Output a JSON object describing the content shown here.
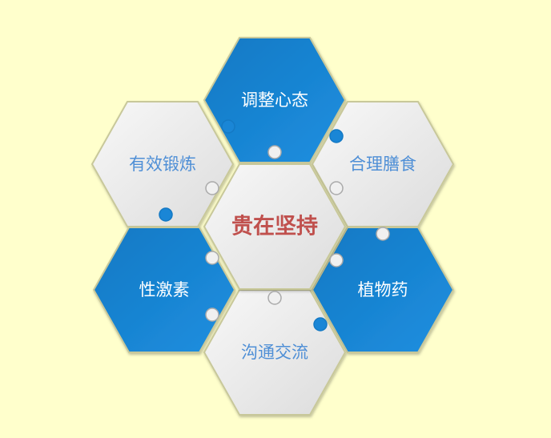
{
  "colors": {
    "blue": "#1a86d6",
    "gray": "#ececec",
    "blue_text": "#ffffff",
    "gray_text": "#4f8fd6",
    "center_text": "#c0504d",
    "border": "#c8c89a"
  },
  "center": {
    "label": "贵在坚持"
  },
  "hexagons": [
    {
      "id": "top",
      "label": "调整心态",
      "style": "blue"
    },
    {
      "id": "upper-left",
      "label": "有效锻炼",
      "style": "gray"
    },
    {
      "id": "upper-right",
      "label": "合理膳食",
      "style": "gray"
    },
    {
      "id": "lower-left",
      "label": "性激素",
      "style": "blue"
    },
    {
      "id": "lower-right",
      "label": "植物药",
      "style": "blue"
    },
    {
      "id": "bottom",
      "label": "沟通交流",
      "style": "gray"
    }
  ]
}
